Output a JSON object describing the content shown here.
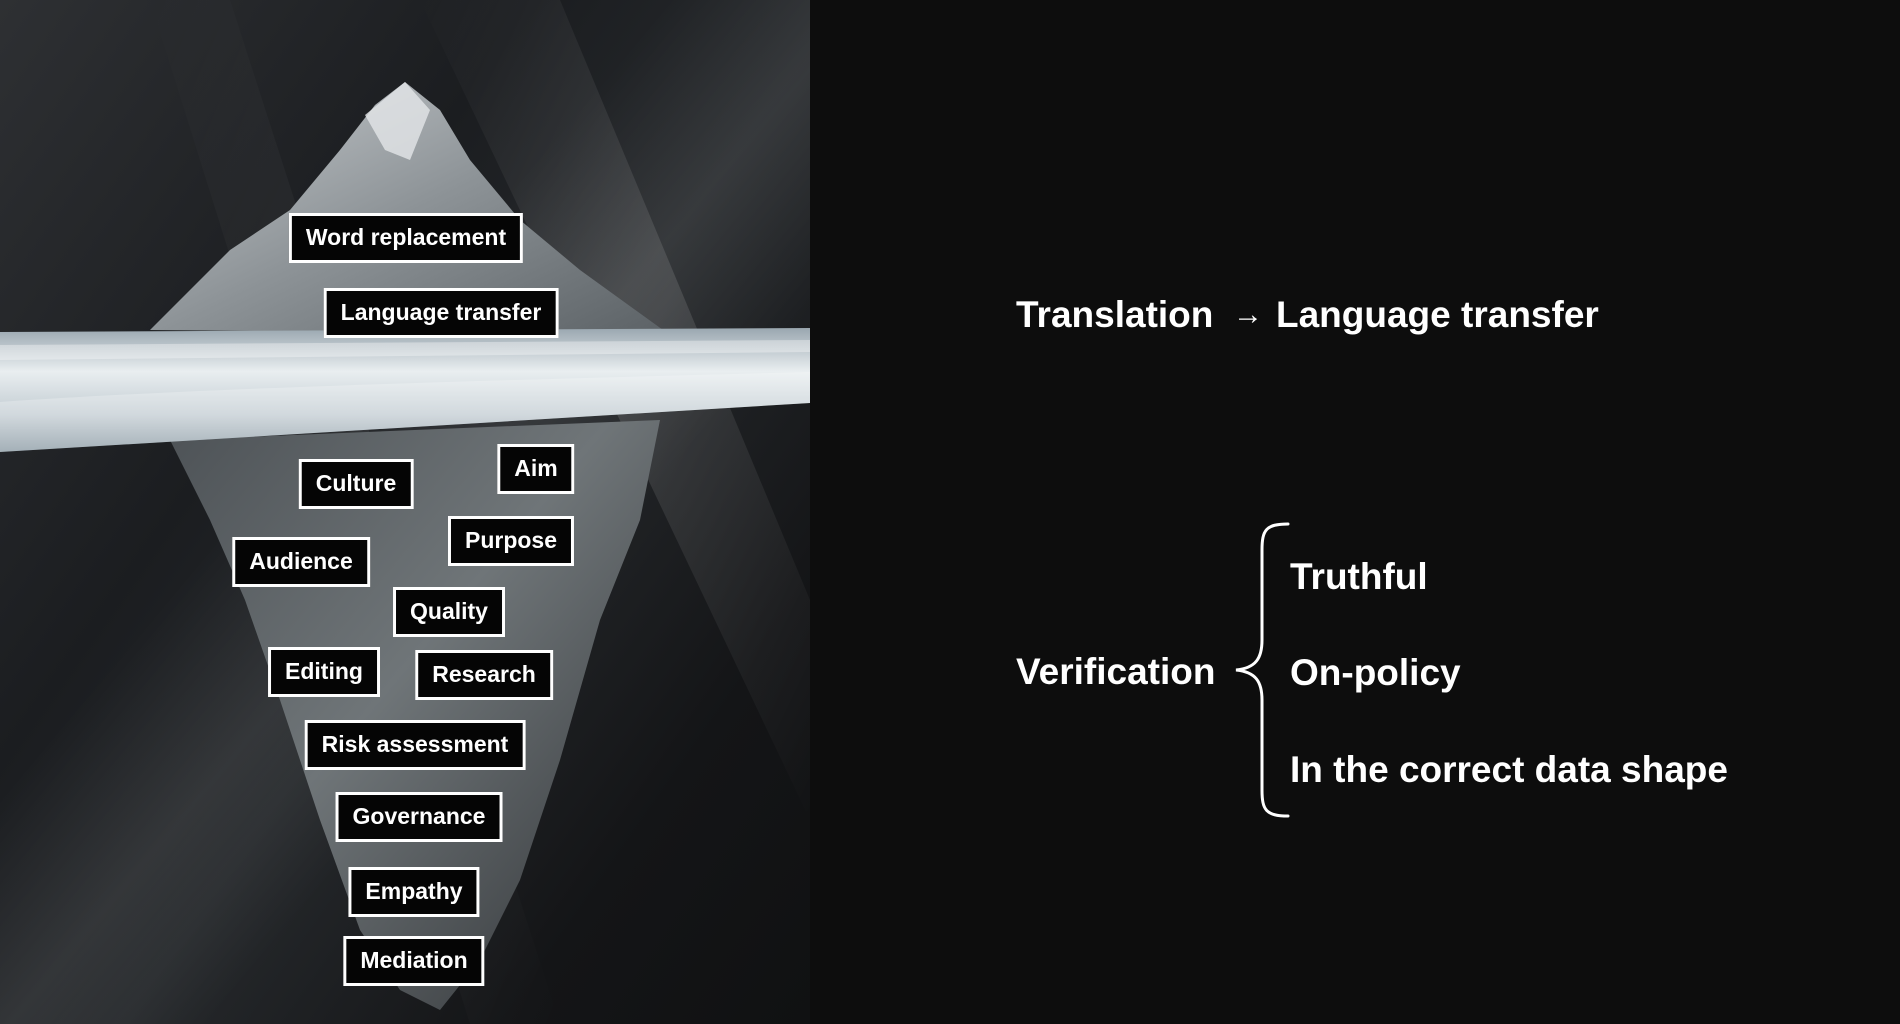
{
  "iceberg": {
    "above_water": [
      "Word replacement",
      "Language transfer"
    ],
    "below_water": [
      "Culture",
      "Aim",
      "Purpose",
      "Audience",
      "Quality",
      "Editing",
      "Research",
      "Risk assessment",
      "Governance",
      "Empathy",
      "Mediation"
    ]
  },
  "translation_line": {
    "term": "Translation",
    "arrow": "→",
    "meaning": "Language transfer"
  },
  "verification": {
    "term": "Verification",
    "criteria": [
      "Truthful",
      "On-policy",
      "In the correct data shape"
    ]
  }
}
